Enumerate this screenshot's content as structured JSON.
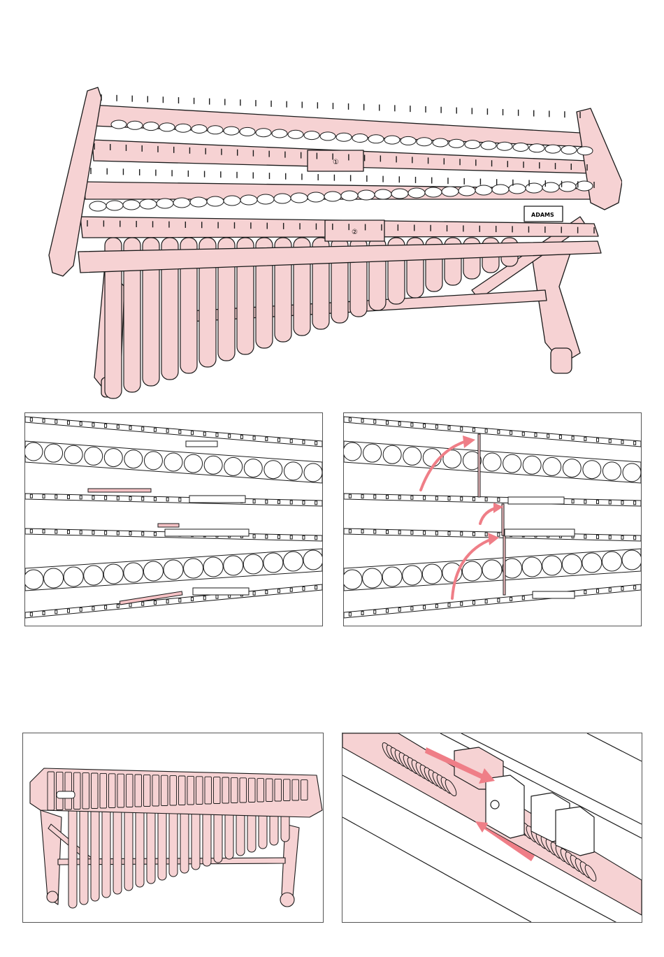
{
  "colors": {
    "tint": "#f6d2d3",
    "tint_strong": "#f7c3c6",
    "accent_arrow": "#ef7e87",
    "line": "#1a1a1a",
    "frame": "#555555"
  },
  "figures": {
    "main": {
      "name": "marimba-assembled-illustration"
    },
    "step1": {
      "name": "frame-rails-before-connect"
    },
    "step2": {
      "name": "frame-rails-connect-rods"
    },
    "step3": {
      "name": "marimba-with-bars"
    },
    "step4": {
      "name": "bar-spring-mount-detail"
    }
  },
  "main_labels": {
    "badge_top": "①",
    "badge_mid": "②",
    "plate_text": "ADAMS"
  }
}
